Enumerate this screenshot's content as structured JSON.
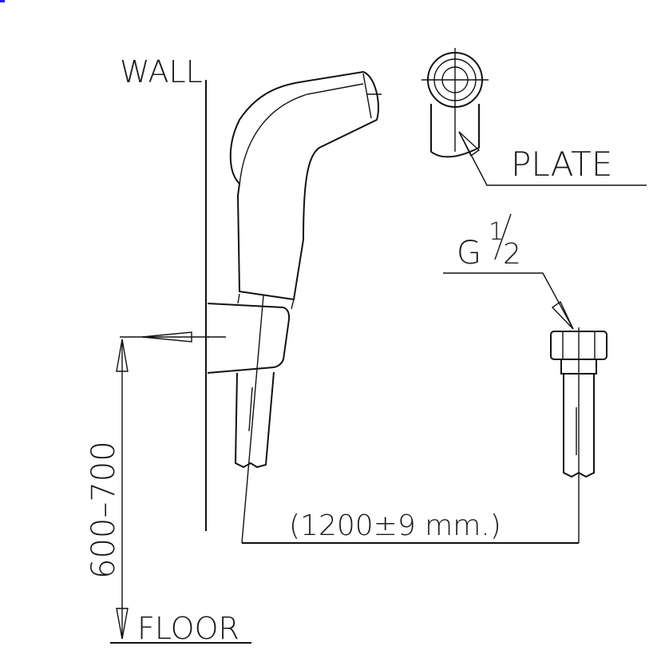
{
  "labels": {
    "wall": "WALL",
    "plate": "PLATE",
    "thread_g": "G",
    "thread_num": "1",
    "thread_den": "2",
    "height_range": "600–700",
    "floor": "FLOOR",
    "hose_length": "(1200±9  mm.)"
  },
  "colors": {
    "line": "#111111",
    "corner_mark": "#1a1aff"
  }
}
